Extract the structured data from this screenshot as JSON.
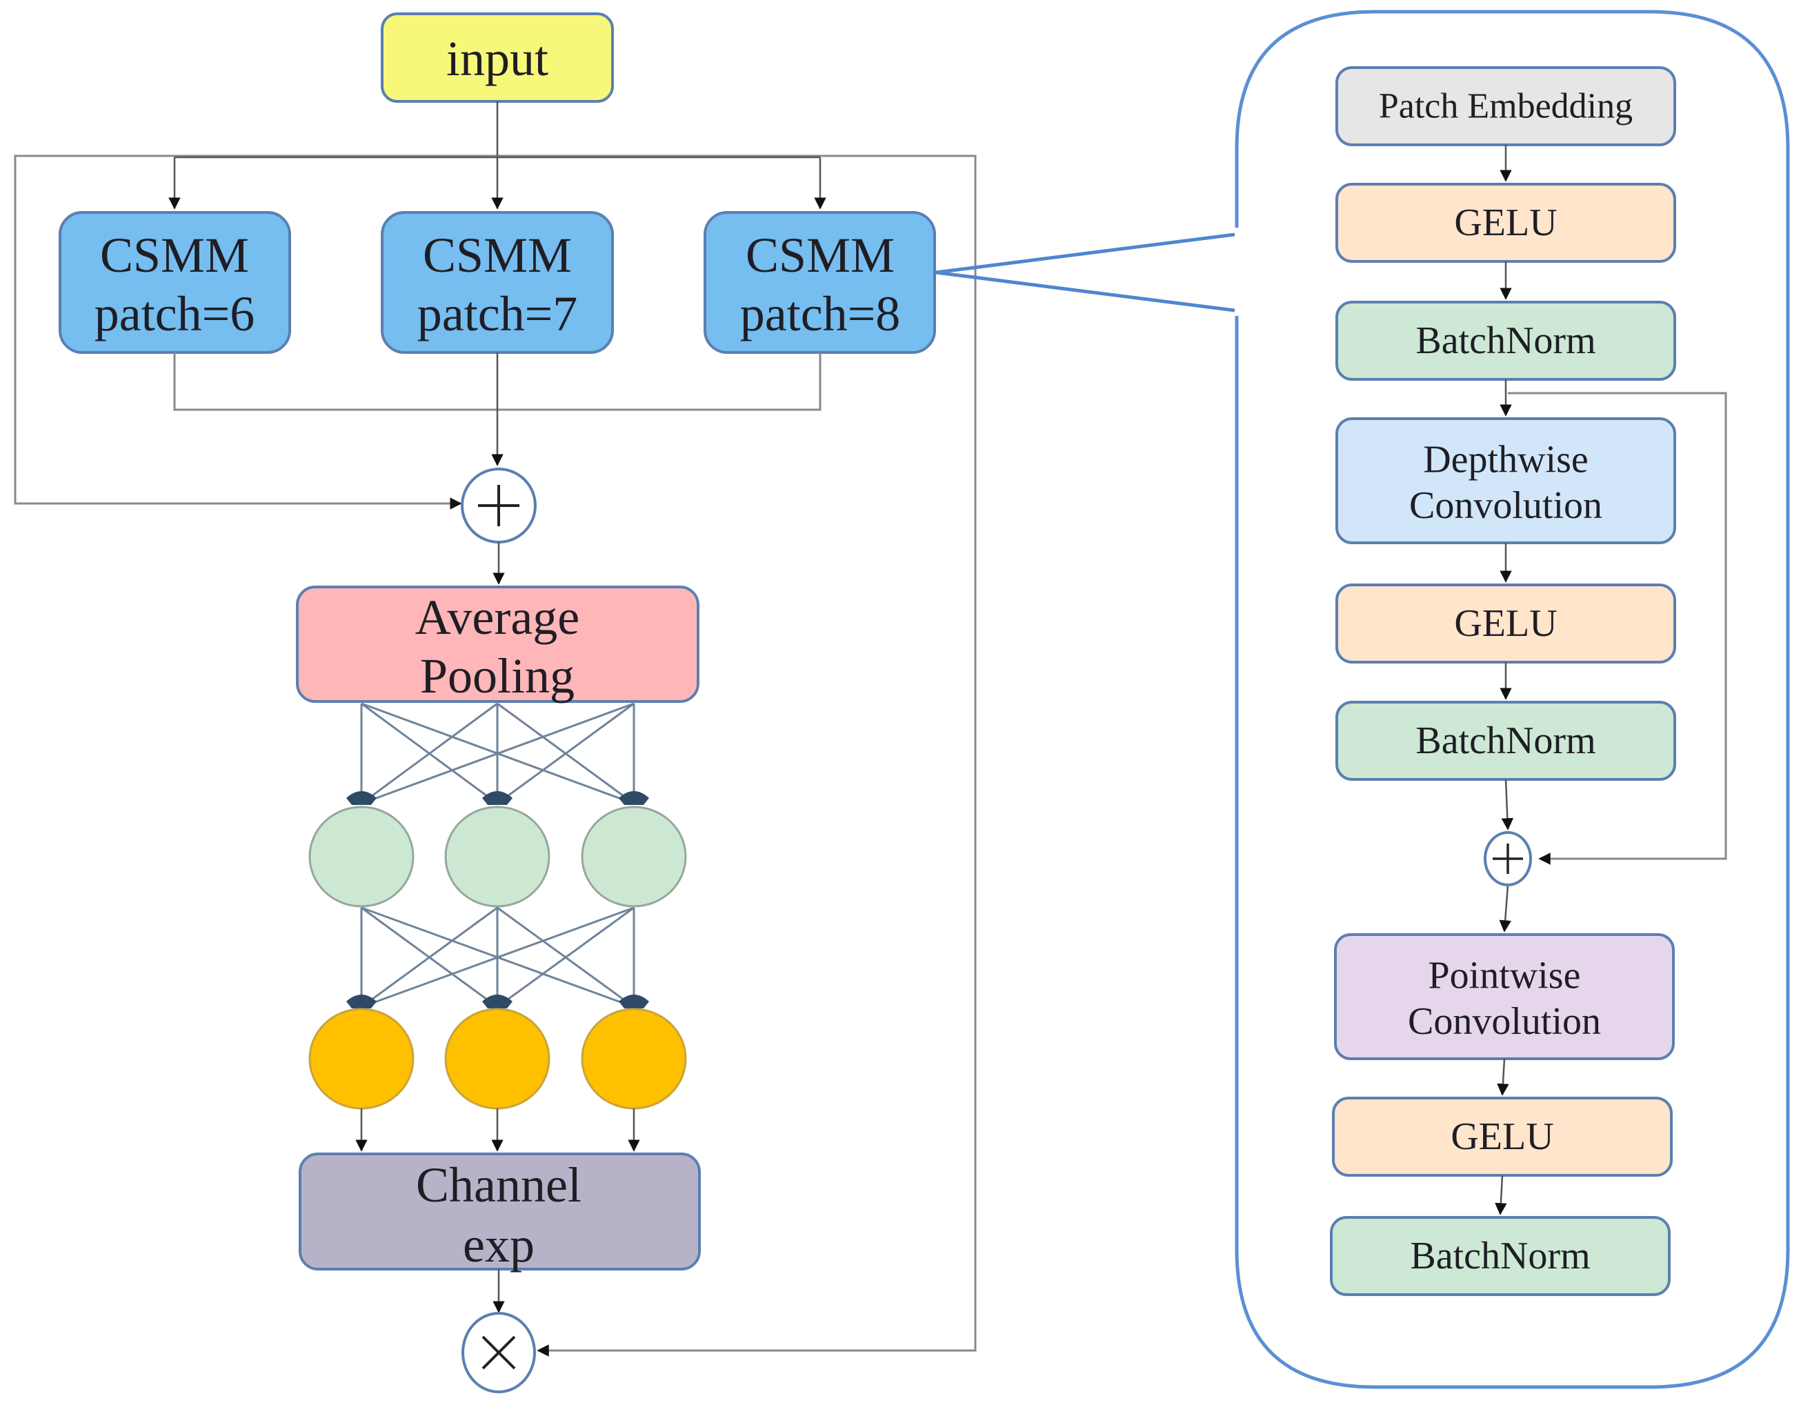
{
  "diagram": {
    "left": {
      "input": {
        "label": "input",
        "color": "#f7f77a"
      },
      "branches": [
        {
          "line1": "CSMM",
          "line2": "patch=6"
        },
        {
          "line1": "CSMM",
          "line2": "patch=7"
        },
        {
          "line1": "CSMM",
          "line2": "patch=8"
        }
      ],
      "branch_color": "#76bdf0",
      "add_op": "+",
      "average_pooling": {
        "line1": "Average",
        "line2": "Pooling",
        "color": "#ffb6b8"
      },
      "hidden_layer": {
        "nodes": 3,
        "color": "#cde8d2"
      },
      "output_layer": {
        "nodes": 3,
        "color": "#ffc000"
      },
      "channel_exp": {
        "line1": "Channel",
        "line2": "exp",
        "color": "#b8b2c8"
      },
      "mul_op": "×"
    },
    "right": {
      "title": "CSMM detail",
      "border_color": "#5a8fd4",
      "blocks": [
        {
          "label": "Patch Embedding",
          "color": "#e6e6e6"
        },
        {
          "label": "GELU",
          "color": "#ffe5cc"
        },
        {
          "label": "BatchNorm",
          "color": "#cde8d4"
        },
        {
          "line1": "Depthwise",
          "line2": "Convolution",
          "color": "#d2e6fa"
        },
        {
          "label": "GELU",
          "color": "#ffe5cc"
        },
        {
          "label": "BatchNorm",
          "color": "#cde8d4"
        },
        {
          "line1": "Pointwise",
          "line2": "Convolution",
          "color": "#e6d6ec"
        },
        {
          "label": "GELU",
          "color": "#ffe5cc"
        },
        {
          "label": "BatchNorm",
          "color": "#cde8d4"
        }
      ],
      "add_op": "+"
    }
  }
}
